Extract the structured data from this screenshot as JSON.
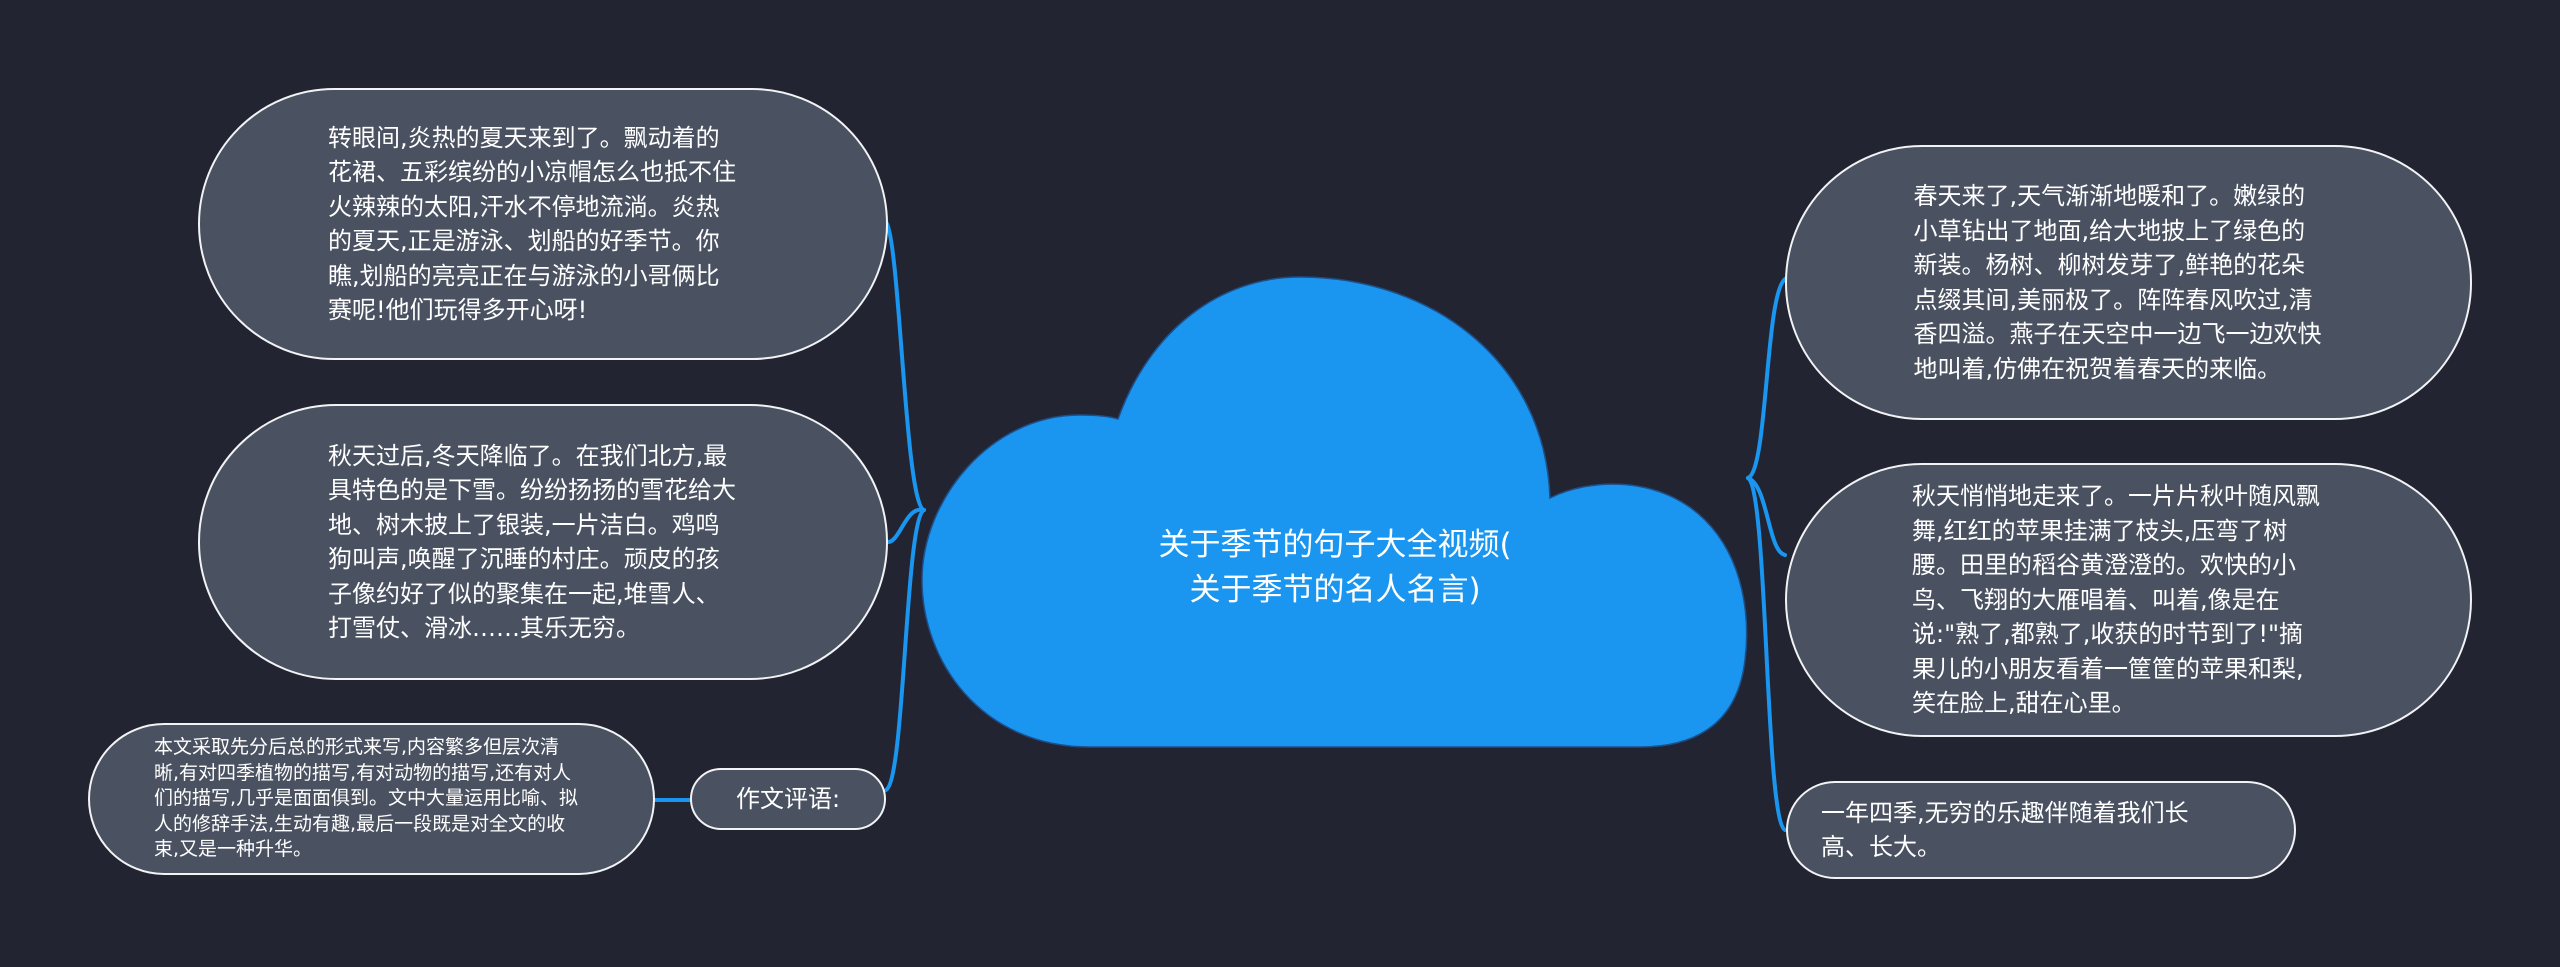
{
  "colors": {
    "background": "#222531",
    "cloud": "#1a96f0",
    "bubble_fill": "#4a5161",
    "bubble_border": "#f2f3f5",
    "connector": "#1a96f0",
    "text": "#ffffff"
  },
  "central_topic": {
    "line1": "关于季节的句子大全视频(",
    "line2": "关于季节的名人名言)"
  },
  "left_branches": [
    {
      "text": "转眼间,炎热的夏天来到了。飘动着的花裙、五彩缤纷的小凉帽怎么也抵不住火辣辣的太阳,汗水不停地流淌。炎热的夏天,正是游泳、划船的好季节。你瞧,划船的亮亮正在与游泳的小哥俩比赛呢!他们玩得多开心呀!"
    },
    {
      "text": "秋天过后,冬天降临了。在我们北方,最具特色的是下雪。纷纷扬扬的雪花给大地、树木披上了银装,一片洁白。鸡鸣狗叫声,唤醒了沉睡的村庄。顽皮的孩子像约好了似的聚集在一起,堆雪人、打雪仗、滑冰……其乐无穷。"
    },
    {
      "label": "作文评语:",
      "child": {
        "text": "本文采取先分后总的形式来写,内容繁多但层次清晰,有对四季植物的描写,有对动物的描写,还有对人们的描写,几乎是面面俱到。文中大量运用比喻、拟人的修辞手法,生动有趣,最后一段既是对全文的收束,又是一种升华。"
      }
    }
  ],
  "right_branches": [
    {
      "text": "春天来了,天气渐渐地暖和了。嫩绿的小草钻出了地面,给大地披上了绿色的新装。杨树、柳树发芽了,鲜艳的花朵点缀其间,美丽极了。阵阵春风吹过,清香四溢。燕子在天空中一边飞一边欢快地叫着,仿佛在祝贺着春天的来临。"
    },
    {
      "text": "秋天悄悄地走来了。一片片秋叶随风飘舞,红红的苹果挂满了枝头,压弯了树腰。田里的稻谷黄澄澄的。欢快的小鸟、飞翔的大雁唱着、叫着,像是在说:\"熟了,都熟了,收获的时节到了!\"摘果儿的小朋友看着一筐筐的苹果和梨,笑在脸上,甜在心里。"
    },
    {
      "text": "一年四季,无穷的乐趣伴随着我们长高、长大。"
    }
  ]
}
